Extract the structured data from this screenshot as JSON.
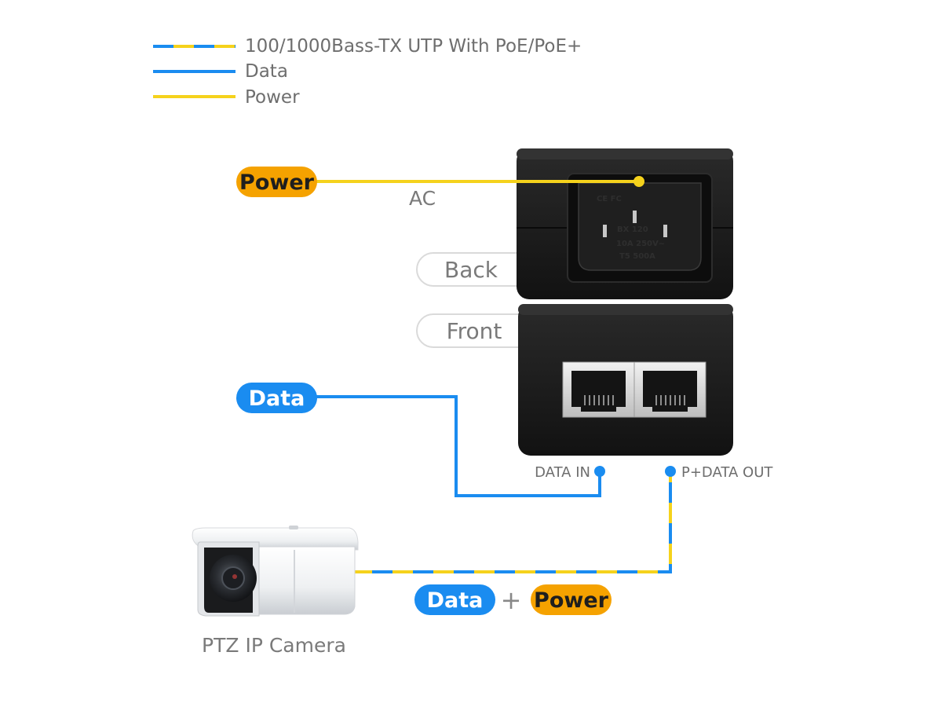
{
  "legend": {
    "items": [
      {
        "label": "100/1000Bass-TX UTP With PoE/PoE+",
        "style": "dashed-blue-yellow"
      },
      {
        "label": "Data",
        "style": "blue"
      },
      {
        "label": "Power",
        "style": "yellow"
      }
    ]
  },
  "colors": {
    "data_blue": "#1a8cf0",
    "power_yellow": "#f5d21c",
    "power_badge": "#f5a200",
    "data_badge": "#1a8cf0",
    "device_black": "#1b1b1b"
  },
  "labels": {
    "power_badge": "Power",
    "ac": "AC",
    "back": "Back",
    "front": "Front",
    "data_badge": "Data",
    "data_in": "DATA IN",
    "pdata_out": "P+DATA OUT",
    "bottom_data_badge": "Data",
    "plus": "+",
    "bottom_power_badge": "Power",
    "camera": "PTZ IP Camera"
  },
  "device": {
    "socket_marks": "CE  FC",
    "socket_model": "BX 120",
    "socket_rating": "10A 250V~",
    "socket_extra": "T5 500A"
  }
}
